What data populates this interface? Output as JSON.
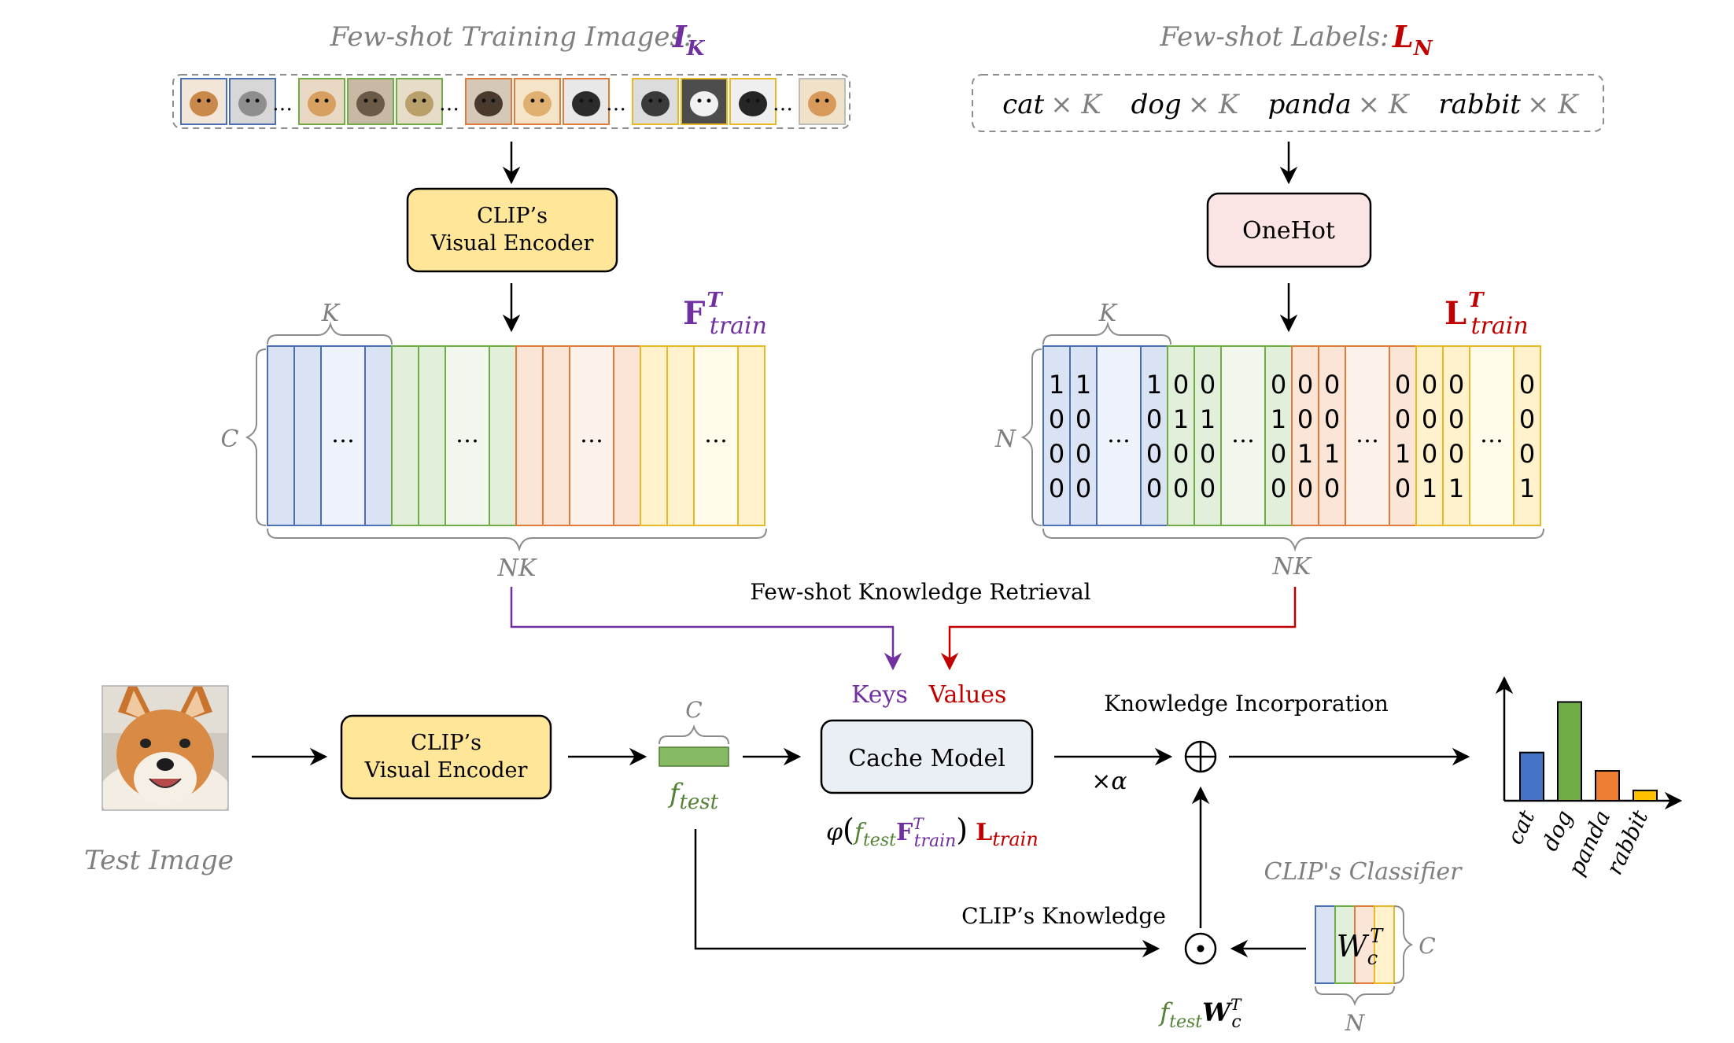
{
  "training_images_title": "Few-shot Training Images:",
  "training_images_symbol": "I",
  "training_images_sub": "K",
  "labels_title": "Few-shot Labels:",
  "labels_symbol": "L",
  "labels_sub": "N",
  "label_items": [
    {
      "name": "cat",
      "times": "× K"
    },
    {
      "name": "dog",
      "times": "× K"
    },
    {
      "name": "panda",
      "times": "× K"
    },
    {
      "name": "rabbit",
      "times": "× K"
    }
  ],
  "visual_encoder_line1": "CLIP’s",
  "visual_encoder_line2": "Visual Encoder",
  "onehot_label": "OneHot",
  "f_train_main": "F",
  "f_train_sup": "T",
  "f_train_sub": "train",
  "l_train_main": "L",
  "l_train_sup": "T",
  "l_train_sub": "train",
  "brace_k": "K",
  "brace_c": "C",
  "brace_n": "N",
  "brace_nk": "NK",
  "ellipsis": "…",
  "onehot_columns": [
    [
      "1",
      "0",
      "0",
      "0"
    ],
    [
      "1",
      "0",
      "0",
      "0"
    ],
    [
      "1",
      "0",
      "0",
      "0"
    ],
    [
      "0",
      "1",
      "0",
      "0"
    ],
    [
      "0",
      "1",
      "0",
      "0"
    ],
    [
      "0",
      "1",
      "0",
      "0"
    ],
    [
      "0",
      "0",
      "1",
      "0"
    ],
    [
      "0",
      "0",
      "1",
      "0"
    ],
    [
      "0",
      "0",
      "1",
      "0"
    ],
    [
      "0",
      "0",
      "0",
      "1"
    ],
    [
      "0",
      "0",
      "0",
      "1"
    ],
    [
      "0",
      "0",
      "0",
      "1"
    ]
  ],
  "retrieval_label": "Few-shot  Knowledge Retrieval",
  "keys_label": "Keys",
  "values_label": "Values",
  "test_image_label": "Test Image",
  "cache_model_label": "Cache Model",
  "f_test_main": "f",
  "f_test_sub": "test",
  "c_over_ftest": "C",
  "formula_phi": "φ",
  "alpha_label": "×α",
  "incorporation_label": "Knowledge Incorporation",
  "clip_knowledge_label": "CLIP’s  Knowledge",
  "clip_classifier_label": "CLIP's Classifier",
  "wc_main": "W",
  "wc_sub": "c",
  "wc_sup": "T",
  "oplus_symbol": "⊕",
  "odot_symbol": "⊙",
  "output_bars": [
    {
      "category": "cat",
      "value": 0.42,
      "color": "#4472c4"
    },
    {
      "category": "dog",
      "value": 0.86,
      "color": "#70ad47"
    },
    {
      "category": "panda",
      "value": 0.26,
      "color": "#ed7d31"
    },
    {
      "category": "rabbit",
      "value": 0.09,
      "color": "#ffc000"
    }
  ],
  "colors": {
    "blue_dark": "#4a6fb5",
    "blue_fill": "#dae3f3",
    "blue_light": "#eef2fa",
    "green_dark": "#70ad47",
    "green_fill": "#e2efda",
    "green_light": "#f1f7ec",
    "orange_dark": "#e07b39",
    "orange_fill": "#fbe5d6",
    "orange_light": "#fdf2ea",
    "yellow_dark": "#e8b825",
    "yellow_fill": "#fff2cc",
    "yellow_light": "#fffaea",
    "purple": "#7030a0",
    "red": "#c00000",
    "gray_text": "#7f7f7f",
    "encoder_fill": "#ffe699",
    "onehot_fill": "#fbe4e4",
    "cache_fill": "#eaeef5"
  }
}
